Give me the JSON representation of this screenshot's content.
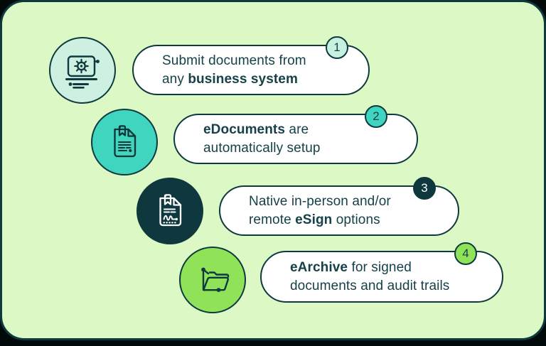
{
  "palette": {
    "page_background": "#020909",
    "card_background": "#dcf8c5",
    "outline_dark_teal": "#0d393f",
    "text_dark_teal": "#164149",
    "bubble_white": "#ffffff",
    "mint": "#cdf0e1",
    "mint_badge": "#c7f0de",
    "turquoise": "#3fd5bf",
    "dark_circle": "#0e383e",
    "bright_green": "#90e359"
  },
  "steps": [
    {
      "number": "1",
      "icon": "laptop-gear-icon",
      "icon_bg": "#cdf0e1",
      "badge_bg": "#c7f0de",
      "line1": [
        {
          "t": "Submit documents from",
          "b": false
        }
      ],
      "line2": [
        {
          "t": "any ",
          "b": false
        },
        {
          "t": "business system",
          "b": true
        }
      ]
    },
    {
      "number": "2",
      "icon": "document-bookmark-icon",
      "icon_bg": "#3fd5bf",
      "badge_bg": "#3fd5bf",
      "line1": [
        {
          "t": "eDocuments",
          "b": true
        },
        {
          "t": " are",
          "b": false
        }
      ],
      "line2": [
        {
          "t": "automatically setup",
          "b": false
        }
      ]
    },
    {
      "number": "3",
      "icon": "signed-document-icon",
      "icon_bg": "#0e383e",
      "badge_bg": "#0e383e",
      "line1": [
        {
          "t": "Native in-person and/or",
          "b": false
        }
      ],
      "line2": [
        {
          "t": "remote ",
          "b": false
        },
        {
          "t": "eSign",
          "b": true
        },
        {
          "t": " options",
          "b": false
        }
      ]
    },
    {
      "number": "4",
      "icon": "open-folder-icon",
      "icon_bg": "#90e359",
      "badge_bg": "#90e359",
      "line1": [
        {
          "t": "eArchive",
          "b": true
        },
        {
          "t": " for signed",
          "b": false
        }
      ],
      "line2": [
        {
          "t": "documents and audit trails",
          "b": false
        }
      ]
    }
  ]
}
